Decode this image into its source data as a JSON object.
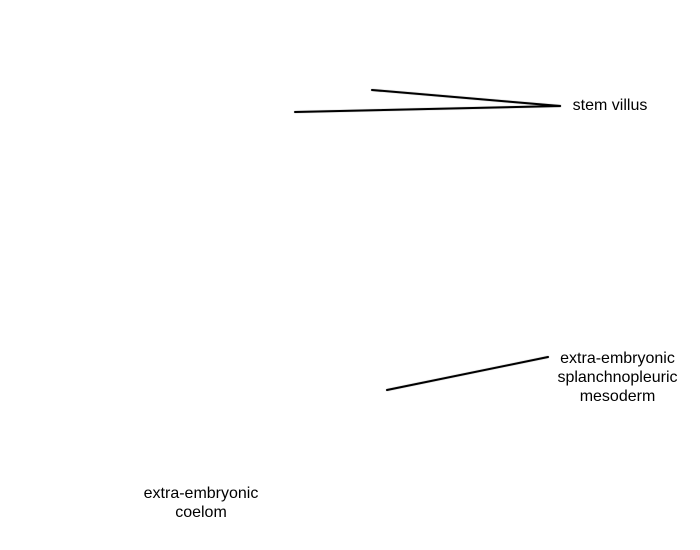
{
  "labels": {
    "stem_villus": "stem villus",
    "splanchnopleuric_mesoderm": {
      "line1": "extra-embryonic",
      "line2": "splanchnopleuric",
      "line3": "mesoderm"
    },
    "coelom": {
      "line1": "extra-embryonic",
      "line2": "coelom"
    }
  },
  "colors": {
    "background": "#ffffff",
    "text": "#000000",
    "leader_line": "#000000"
  }
}
